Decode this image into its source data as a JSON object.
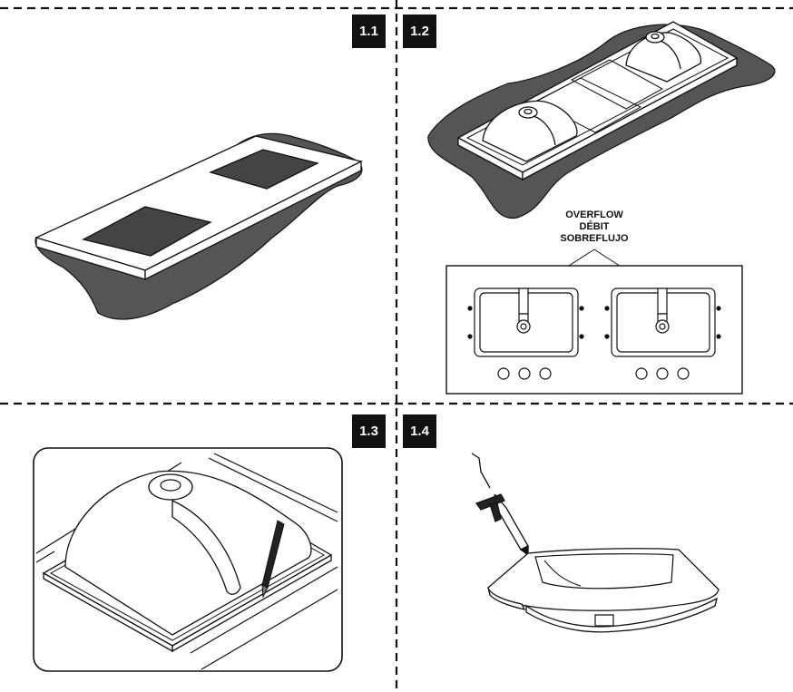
{
  "steps": [
    {
      "label": "1.1"
    },
    {
      "label": "1.2"
    },
    {
      "label": "1.3"
    },
    {
      "label": "1.4"
    }
  ],
  "callout": {
    "line1": "OVERFLOW",
    "line2": "DÉBIT",
    "line3": "SOBREFLUJO"
  },
  "colors": {
    "ink": "#111111",
    "adhesive": "#555555",
    "cutout": "#444444"
  }
}
